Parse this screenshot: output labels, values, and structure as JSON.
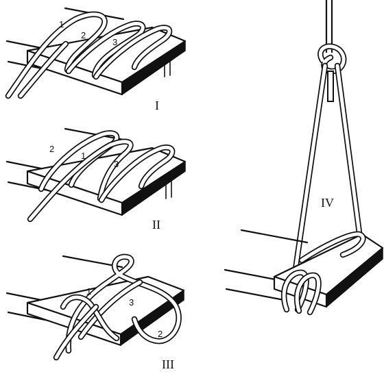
{
  "panels": [
    {
      "roman": "I",
      "labels": [
        "1",
        "2",
        "3"
      ]
    },
    {
      "roman": "II",
      "labels": [
        "2",
        "1",
        "3"
      ]
    },
    {
      "roman": "III",
      "labels": [
        "1",
        "3",
        "2"
      ]
    },
    {
      "roman": "IV",
      "labels": []
    }
  ]
}
